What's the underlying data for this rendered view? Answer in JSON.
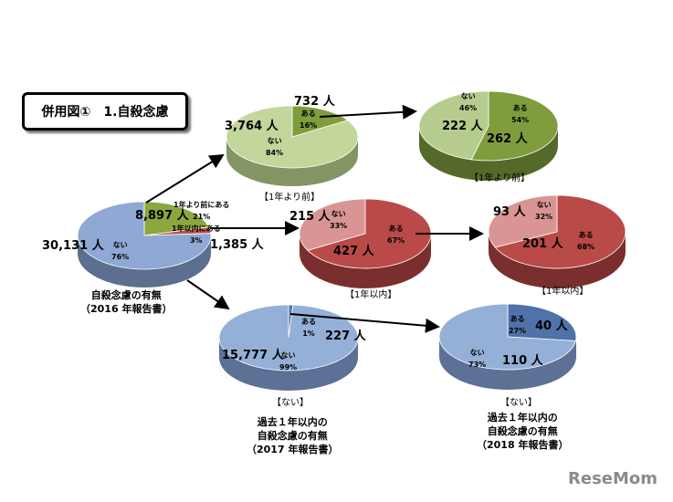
{
  "title": "併用図①　1.自殺念慮",
  "pies": [
    {
      "id": "2016",
      "slices": [
        {
          "label": "1年より前にある",
          "pct": 21,
          "color": "#8aa83e"
        },
        {
          "label": "1年以内にある",
          "pct": 3,
          "color": "#c0504d"
        },
        {
          "label": "ない",
          "pct": 76,
          "color": "#8fa8d4"
        }
      ],
      "side": "#5c6f90"
    },
    {
      "id": "before-1",
      "slices": [
        {
          "label": "ある",
          "pct": 16,
          "color": "#7f9d3c"
        },
        {
          "label": "ない",
          "pct": 84,
          "color": "#c3d69b"
        }
      ],
      "side": "#849463"
    },
    {
      "id": "before-2",
      "slices": [
        {
          "label": "ある",
          "pct": 54,
          "color": "#7f9d3c"
        },
        {
          "label": "ない",
          "pct": 46,
          "color": "#b6cc8e"
        }
      ],
      "side": "#55692a"
    },
    {
      "id": "within-1",
      "slices": [
        {
          "label": "ある",
          "pct": 67,
          "color": "#b94a48"
        },
        {
          "label": "ない",
          "pct": 33,
          "color": "#d99594"
        }
      ],
      "side": "#7a2e2d"
    },
    {
      "id": "within-2",
      "slices": [
        {
          "label": "ある",
          "pct": 68,
          "color": "#b94a48"
        },
        {
          "label": "ない",
          "pct": 32,
          "color": "#d99594"
        }
      ],
      "side": "#7a2e2d"
    },
    {
      "id": "none-1",
      "slices": [
        {
          "label": "ある",
          "pct": 1,
          "color": "#4f72a8"
        },
        {
          "label": "ない",
          "pct": 99,
          "color": "#95b0d7"
        }
      ],
      "side": "#5d7096"
    },
    {
      "id": "none-2",
      "slices": [
        {
          "label": "ある",
          "pct": 27,
          "color": "#4f72a8"
        },
        {
          "label": "ない",
          "pct": 73,
          "color": "#95b0d7"
        }
      ],
      "side": "#5d7096"
    }
  ],
  "labels": {
    "p2016": {
      "before_count": "8,897 人",
      "before_label": "1年より前にある",
      "before_pct": "21%",
      "within_label": "1年以内にある",
      "within_pct": "3%",
      "within_count": "1,385 人",
      "none_count": "30,131 人",
      "none_label": "ない",
      "none_pct": "76%",
      "caption1": "自殺念慮の有無",
      "caption2": "（2016 年報告書）"
    },
    "before1": {
      "yes_count": "732 人",
      "yes_label": "ある",
      "yes_pct": "16%",
      "no_count": "3,764 人",
      "no_label": "ない",
      "no_pct": "84%",
      "caption": "【1年より前】"
    },
    "before2": {
      "yes_count": "262 人",
      "yes_label": "ある",
      "yes_pct": "54%",
      "no_count": "222 人",
      "no_label": "ない",
      "no_pct": "46%",
      "caption": "【1年より前】"
    },
    "within1": {
      "yes_count": "427 人",
      "yes_label": "ある",
      "yes_pct": "67%",
      "no_count": "215 人",
      "no_label": "ない",
      "no_pct": "33%",
      "caption": "【1年以内】"
    },
    "within2": {
      "yes_count": "201 人",
      "yes_label": "ある",
      "yes_pct": "68%",
      "no_count": "93 人",
      "no_label": "ない",
      "no_pct": "32%",
      "caption": "【1年以内】"
    },
    "none1": {
      "yes_count": "227 人",
      "yes_label": "ある",
      "yes_pct": "1%",
      "no_count": "15,777 人",
      "no_label": "ない",
      "no_pct": "99%",
      "caption": "【ない】",
      "desc1": "過去１年以内の",
      "desc2": "自殺念慮の有無",
      "desc3": "（2017 年報告書）"
    },
    "none2": {
      "yes_count": "40 人",
      "yes_label": "ある",
      "yes_pct": "27%",
      "no_count": "110 人",
      "no_label": "ない",
      "no_pct": "73%",
      "caption": "【ない】",
      "desc1": "過去１年以内の",
      "desc2": "自殺念慮の有無",
      "desc3": "（2018 年報告書）"
    }
  },
  "watermark": "ReseMom"
}
